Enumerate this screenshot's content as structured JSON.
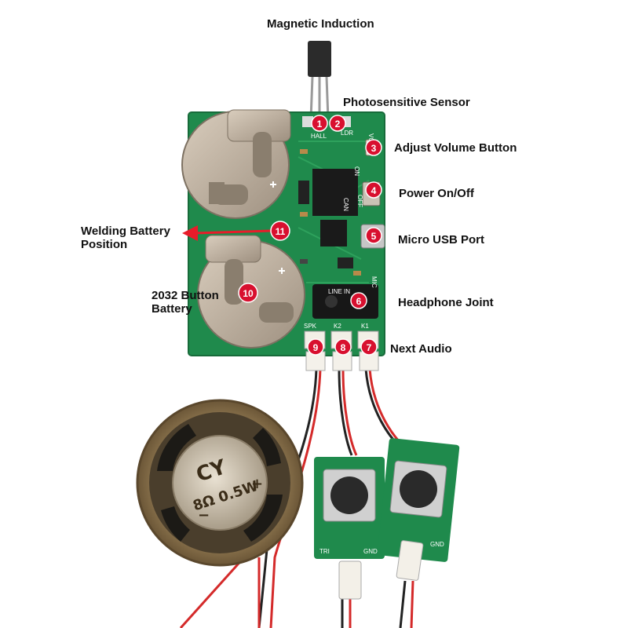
{
  "labels": {
    "magnetic_induction": "Magnetic Induction",
    "photosensitive_sensor": "Photosensitive Sensor",
    "adjust_volume_button": "Adjust Volume Button",
    "power_on_off": "Power On/Off",
    "micro_usb_port": "Micro USB Port",
    "headphone_joint": "Headphone Joint",
    "next_audio": "Next Audio",
    "welding_battery_line1": "Welding Battery",
    "welding_battery_line2": "Position",
    "button_battery_line1": "2032 Button",
    "button_battery_line2": "Battery"
  },
  "badges": [
    "1",
    "2",
    "3",
    "4",
    "5",
    "6",
    "7",
    "8",
    "9",
    "10",
    "11"
  ],
  "pcb_silkscreen": {
    "hall": "HALL",
    "ldr": "LDR",
    "vol": "VOL",
    "on": "ON",
    "off": "OFF",
    "can": "CAN",
    "spk": "SPK",
    "k2": "K2",
    "k1": "K1",
    "line_in": "LINE IN",
    "mic": "MIC",
    "tri": "TRI",
    "gnd": "GND"
  },
  "speaker_marking": {
    "brand": "CY",
    "spec": "8Ω 0.5W",
    "plus": "+",
    "minus": "−"
  },
  "colors": {
    "pcb_green": "#1f8a4c",
    "badge_red": "#d8102f",
    "arrow_red": "#e81c2a",
    "metal": "#b8aa98"
  }
}
